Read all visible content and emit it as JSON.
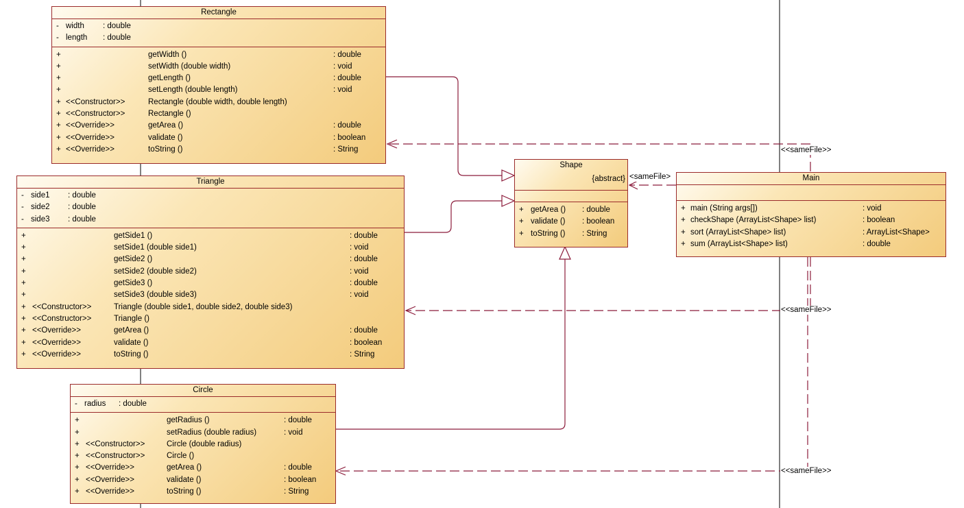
{
  "classes": {
    "rectangle": {
      "name": "Rectangle",
      "attributes": [
        {
          "vis": "-",
          "name": "width",
          "type": ": double"
        },
        {
          "vis": "-",
          "name": "length",
          "type": ": double"
        }
      ],
      "operations": [
        {
          "vis": "+",
          "stereo": "",
          "sig": "getWidth ()",
          "ret": ": double"
        },
        {
          "vis": "+",
          "stereo": "",
          "sig": "setWidth (double width)",
          "ret": ": void"
        },
        {
          "vis": "+",
          "stereo": "",
          "sig": "getLength ()",
          "ret": ": double"
        },
        {
          "vis": "+",
          "stereo": "",
          "sig": "setLength (double length)",
          "ret": ": void"
        },
        {
          "vis": "+",
          "stereo": "<<Constructor>>",
          "sig": "Rectangle (double width, double length)",
          "ret": ""
        },
        {
          "vis": "+",
          "stereo": "<<Constructor>>",
          "sig": "Rectangle ()",
          "ret": ""
        },
        {
          "vis": "+",
          "stereo": "<<Override>>",
          "sig": "getArea ()",
          "ret": ": double"
        },
        {
          "vis": "+",
          "stereo": "<<Override>>",
          "sig": "validate ()",
          "ret": ": boolean"
        },
        {
          "vis": "+",
          "stereo": "<<Override>>",
          "sig": "toString ()",
          "ret": ": String"
        }
      ]
    },
    "triangle": {
      "name": "Triangle",
      "attributes": [
        {
          "vis": "-",
          "name": "side1",
          "type": ": double"
        },
        {
          "vis": "-",
          "name": "side2",
          "type": ": double"
        },
        {
          "vis": "-",
          "name": "side3",
          "type": ": double"
        }
      ],
      "operations": [
        {
          "vis": "+",
          "stereo": "",
          "sig": "getSide1 ()",
          "ret": ": double"
        },
        {
          "vis": "+",
          "stereo": "",
          "sig": "setSide1 (double side1)",
          "ret": ": void"
        },
        {
          "vis": "+",
          "stereo": "",
          "sig": "getSide2 ()",
          "ret": ": double"
        },
        {
          "vis": "+",
          "stereo": "",
          "sig": "setSide2 (double side2)",
          "ret": ": void"
        },
        {
          "vis": "+",
          "stereo": "",
          "sig": "getSide3 ()",
          "ret": ": double"
        },
        {
          "vis": "+",
          "stereo": "",
          "sig": "setSide3 (double side3)",
          "ret": ": void"
        },
        {
          "vis": "+",
          "stereo": "<<Constructor>>",
          "sig": "Triangle (double side1, double side2, double side3)",
          "ret": ""
        },
        {
          "vis": "+",
          "stereo": "<<Constructor>>",
          "sig": "Triangle ()",
          "ret": ""
        },
        {
          "vis": "+",
          "stereo": "<<Override>>",
          "sig": "getArea ()",
          "ret": ": double"
        },
        {
          "vis": "+",
          "stereo": "<<Override>>",
          "sig": "validate ()",
          "ret": ": boolean"
        },
        {
          "vis": "+",
          "stereo": "<<Override>>",
          "sig": "toString ()",
          "ret": ": String"
        }
      ]
    },
    "circle": {
      "name": "Circle",
      "attributes": [
        {
          "vis": "-",
          "name": "radius",
          "type": ": double"
        }
      ],
      "operations": [
        {
          "vis": "+",
          "stereo": "",
          "sig": "getRadius ()",
          "ret": ": double"
        },
        {
          "vis": "+",
          "stereo": "",
          "sig": "setRadius (double radius)",
          "ret": ": void"
        },
        {
          "vis": "+",
          "stereo": "<<Constructor>>",
          "sig": "Circle (double radius)",
          "ret": ""
        },
        {
          "vis": "+",
          "stereo": "<<Constructor>>",
          "sig": "Circle ()",
          "ret": ""
        },
        {
          "vis": "+",
          "stereo": "<<Override>>",
          "sig": "getArea ()",
          "ret": ": double"
        },
        {
          "vis": "+",
          "stereo": "<<Override>>",
          "sig": "validate ()",
          "ret": ": boolean"
        },
        {
          "vis": "+",
          "stereo": "<<Override>>",
          "sig": "toString ()",
          "ret": ": String"
        }
      ]
    },
    "shape": {
      "name": "Shape",
      "tag": "{abstract}",
      "attributes": [],
      "operations": [
        {
          "vis": "+",
          "stereo": "",
          "sig": "getArea ()",
          "ret": ": double"
        },
        {
          "vis": "+",
          "stereo": "",
          "sig": "validate ()",
          "ret": ": boolean"
        },
        {
          "vis": "+",
          "stereo": "",
          "sig": "toString ()",
          "ret": ": String"
        }
      ]
    },
    "main": {
      "name": "Main",
      "attributes": [],
      "operations": [
        {
          "vis": "+",
          "stereo": "",
          "sig": "main (String args[])",
          "ret": ": void"
        },
        {
          "vis": "+",
          "stereo": "",
          "sig": "checkShape (ArrayList<Shape> list)",
          "ret": ": boolean"
        },
        {
          "vis": "+",
          "stereo": "",
          "sig": "sort (ArrayList<Shape> list)",
          "ret": ": ArrayList<Shape>"
        },
        {
          "vis": "+",
          "stereo": "",
          "sig": "sum (ArrayList<Shape> list)",
          "ret": ": double"
        }
      ]
    }
  },
  "labels": {
    "same_file_shape": "<sameFile>",
    "same_file_rect": "<<sameFile>>",
    "same_file_tri": "<<sameFile>>",
    "same_file_circle": "<<sameFile>>"
  },
  "colors": {
    "border": "#9a2a2a",
    "connector": "#8b1a3a",
    "fill_light": "#fffbf0",
    "fill_dark": "#f3cb7c"
  }
}
